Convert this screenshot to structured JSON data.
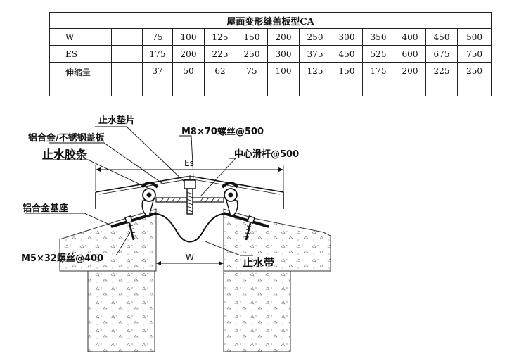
{
  "table": {
    "title": "屋面变形缝盖板型CA",
    "rows": [
      {
        "label": "W",
        "values": [
          "75",
          "100",
          "125",
          "150",
          "200",
          "250",
          "300",
          "350",
          "400",
          "450",
          "500"
        ]
      },
      {
        "label": "ES",
        "values": [
          "175",
          "200",
          "225",
          "250",
          "300",
          "375",
          "450",
          "525",
          "600",
          "675",
          "750"
        ]
      },
      {
        "label": "伸缩量",
        "values": [
          "37",
          "50",
          "62",
          "75",
          "100",
          "125",
          "150",
          "175",
          "200",
          "225",
          "250"
        ]
      }
    ]
  },
  "diagram": {
    "labels": {
      "water_pad": "止水垫片",
      "cover_plate": "铝合金/不锈钢盖板",
      "bolt": "M8×70螺丝@500",
      "rubber_strip": "止水胶条",
      "dim_es": "Es",
      "slide_bar": "中心滑杆@500",
      "base_seat": "铝合金基座",
      "screw": "M5×32螺丝@400",
      "dim_w": "W",
      "water_band": "止水带"
    }
  }
}
